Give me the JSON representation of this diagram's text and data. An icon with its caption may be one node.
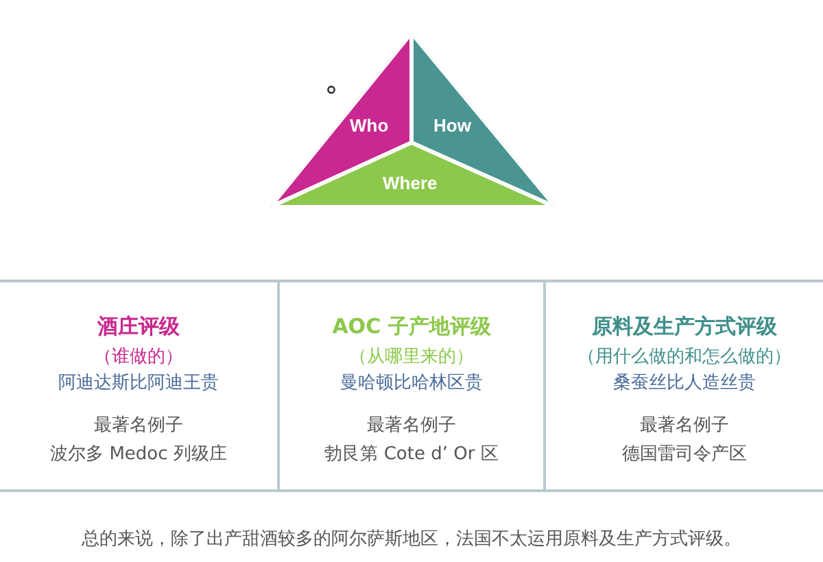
{
  "diagram": {
    "nodes": [
      {
        "text": [
          "Who"
        ]
      },
      {
        "text": [
          "How"
        ]
      },
      {
        "text": [
          "Where"
        ]
      },
      {
        "text": [
          "酒庄评级",
          "（谁做的）",
          "阿迪达斯比阿迪王贵",
          "最著名例子",
          "波尔多 Medoc 列级庄"
        ]
      },
      {
        "text": [
          "AOC 子产地评级",
          "（从哪里来的）",
          "曼哈顿比哈林区贵",
          "最著名例子",
          "勃艮第 Cote d’ Or 区"
        ]
      },
      {
        "text": [
          "原料及生产方式评级",
          "（用什么做的和怎么做的）",
          "桑蚕丝比人造丝贵",
          "最著名例子",
          "德国雷司令产区"
        ]
      }
    ],
    "caption": "总的来说，除了出产甜酒较多的阿尔萨斯地区，法国不太运用原料及生产方式评级。"
  }
}
